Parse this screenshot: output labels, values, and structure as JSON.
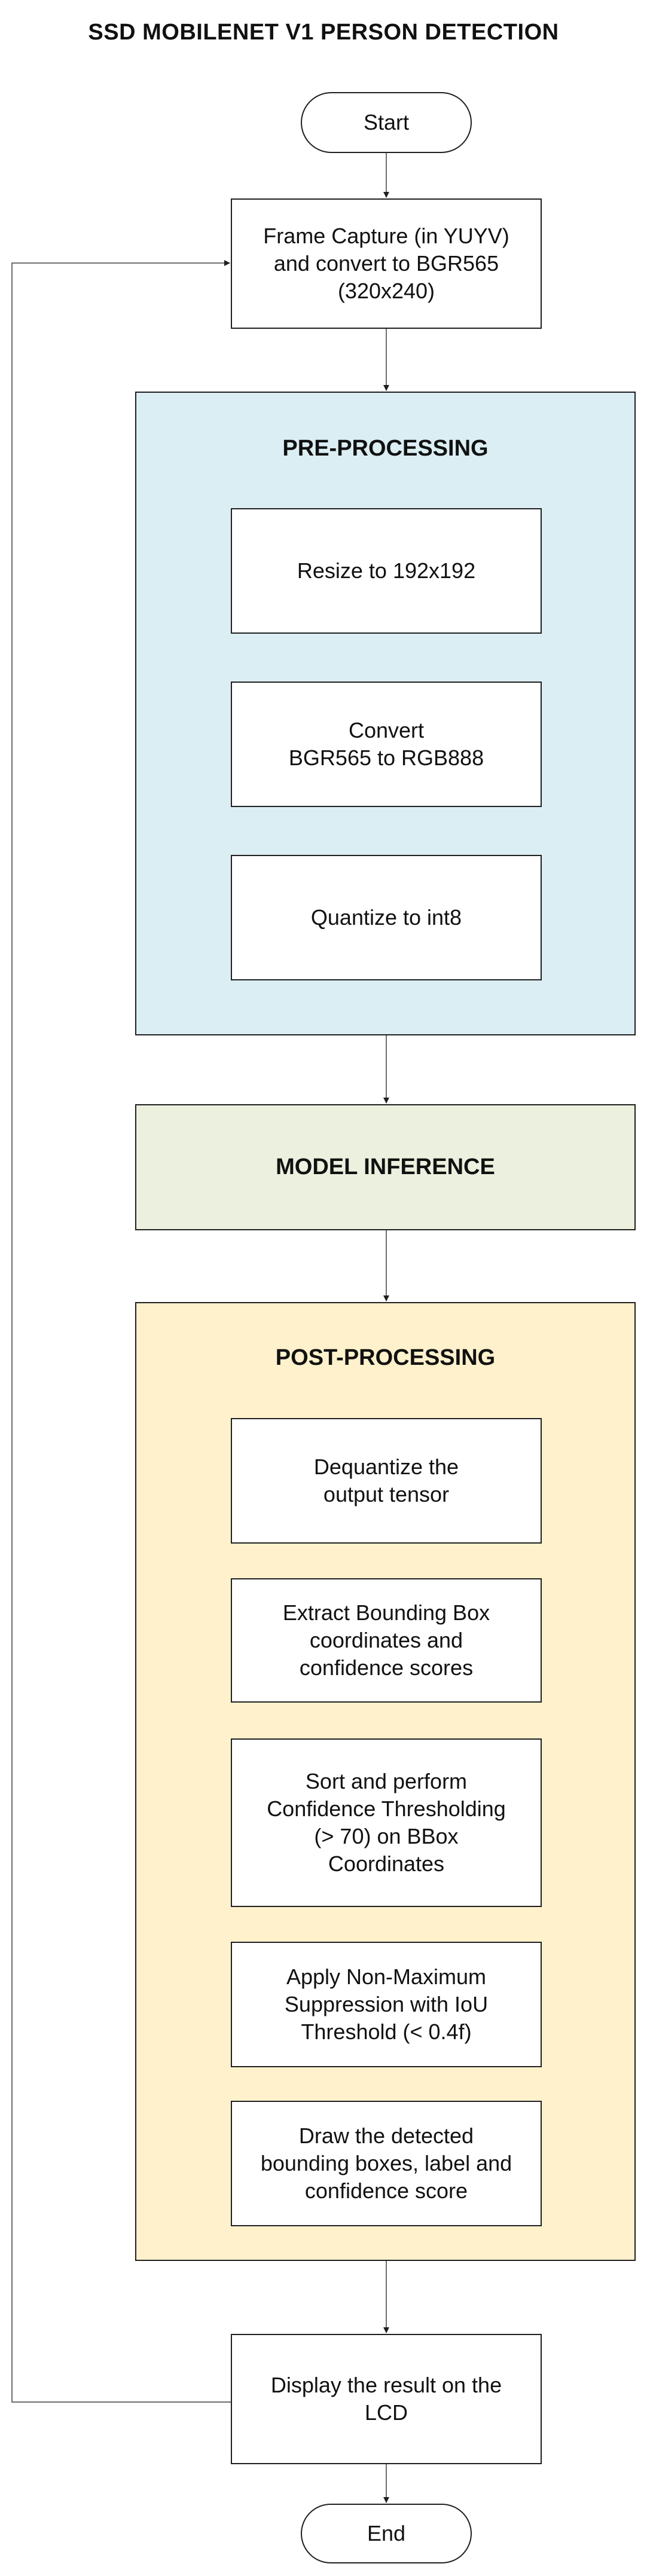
{
  "title": "SSD MOBILENET V1 PERSON DETECTION",
  "nodes": {
    "start": "Start",
    "frame_capture": "Frame Capture (in YUYV)\nand convert to BGR565\n(320x240)",
    "resize": "Resize to 192x192",
    "convert": "Convert\nBGR565 to RGB888",
    "quantize": "Quantize to int8",
    "dequantize": "Dequantize the\noutput tensor",
    "extract": "Extract Bounding Box\ncoordinates and\nconfidence scores",
    "sort_threshold": "Sort and perform\nConfidence Thresholding\n(> 70) on BBox\nCoordinates",
    "nms": "Apply Non-Maximum\nSuppression with IoU\nThreshold (< 0.4f)",
    "draw": "Draw the detected\nbounding boxes, label and\nconfidence score",
    "display": "Display the result on the\nLCD",
    "end": "End"
  },
  "groups": {
    "pre_processing": "PRE-PROCESSING",
    "model_inference": "MODEL INFERENCE",
    "post_processing": "POST-PROCESSING"
  },
  "colors": {
    "pre_processing_fill": "#dbeef4",
    "model_inference_fill": "#ebf1de",
    "post_processing_fill": "#fff1cc",
    "box_stroke": "#1f1f1f",
    "connector": "#6e6e6e"
  }
}
